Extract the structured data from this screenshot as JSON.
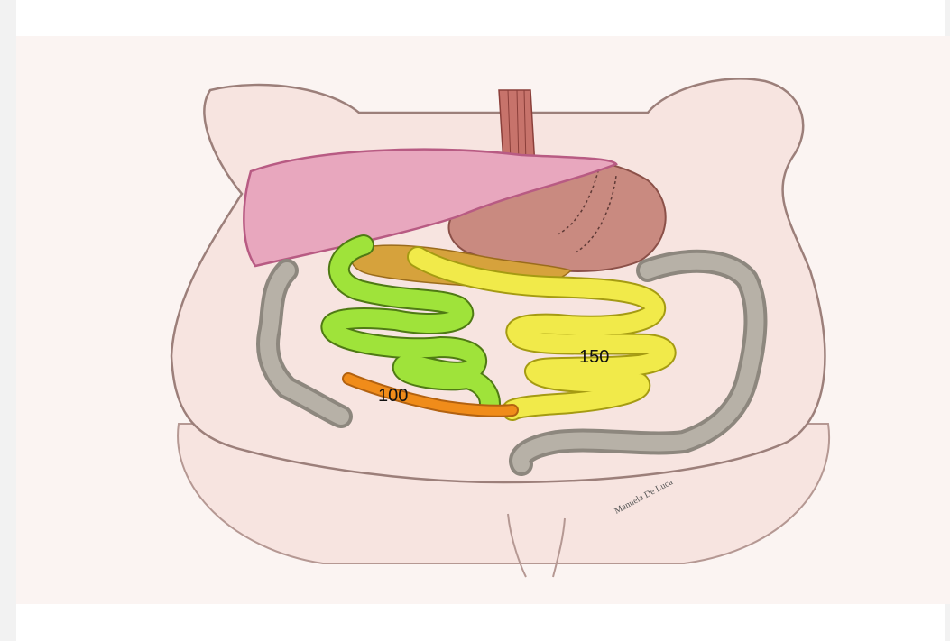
{
  "figure": {
    "limb_labels": {
      "alimentary": "150",
      "common_channel": "100"
    },
    "signature": "Manuela De Luca",
    "colors": {
      "skin": "#f7e4e0",
      "skin_outline": "#9c7f7a",
      "liver": "#e8a7be",
      "liver_edge": "#b85b83",
      "stomach": "#c98a80",
      "pancreas": "#d6a23c",
      "biliopancreatic_limb": "#9fe33a",
      "alimentary_limb": "#f1ea4a",
      "common_channel": "#f08c1a",
      "colon": "#a59f95",
      "esophagus": "#a8564f"
    }
  }
}
